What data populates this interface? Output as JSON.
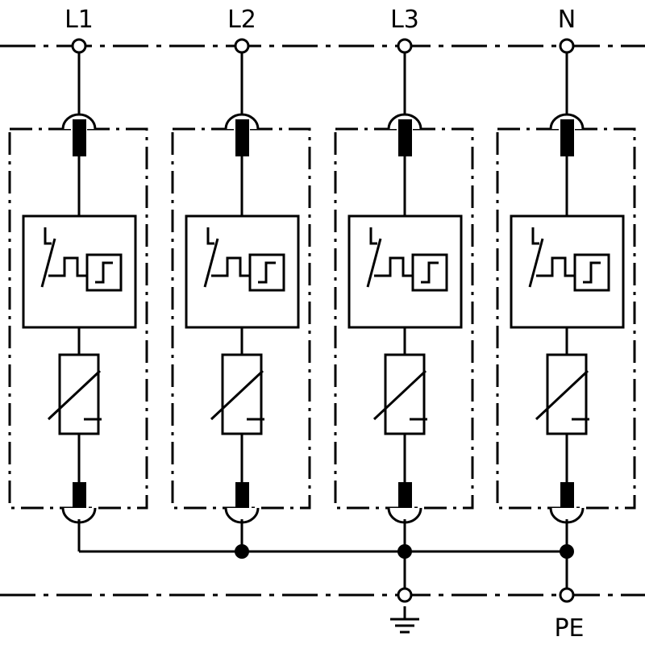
{
  "phases": [
    {
      "id": "l1",
      "label": "L1"
    },
    {
      "id": "l2",
      "label": "L2"
    },
    {
      "id": "l3",
      "label": "L3"
    },
    {
      "id": "n",
      "label": "N"
    }
  ],
  "bottom_terminals": [
    {
      "id": "ground",
      "label": "",
      "icon": "ground-icon"
    },
    {
      "id": "pe",
      "label": "PE",
      "icon": ""
    }
  ],
  "colors": {
    "line": "#000000",
    "background": "#ffffff"
  }
}
